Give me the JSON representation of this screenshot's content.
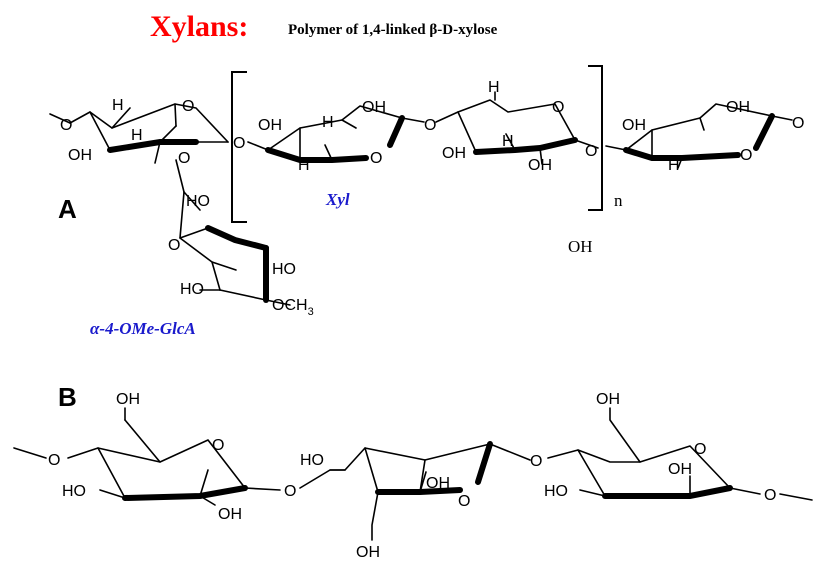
{
  "title": {
    "main": "Xylans:",
    "subtitle": "Polymer of 1,4-linked β-D-xylose",
    "main_color": "#ff0000"
  },
  "panels": {
    "a": "A",
    "b": "B"
  },
  "labels": {
    "xyl": "Xyl",
    "glca": "α-4-OMe-GlcA",
    "repeat_n": "n",
    "label_color": "#1a1acc"
  },
  "atoms": {
    "o": "O",
    "oh": "OH",
    "ho": "HO",
    "h": "H",
    "och3_main": "OCH",
    "och3_sub": "3"
  }
}
